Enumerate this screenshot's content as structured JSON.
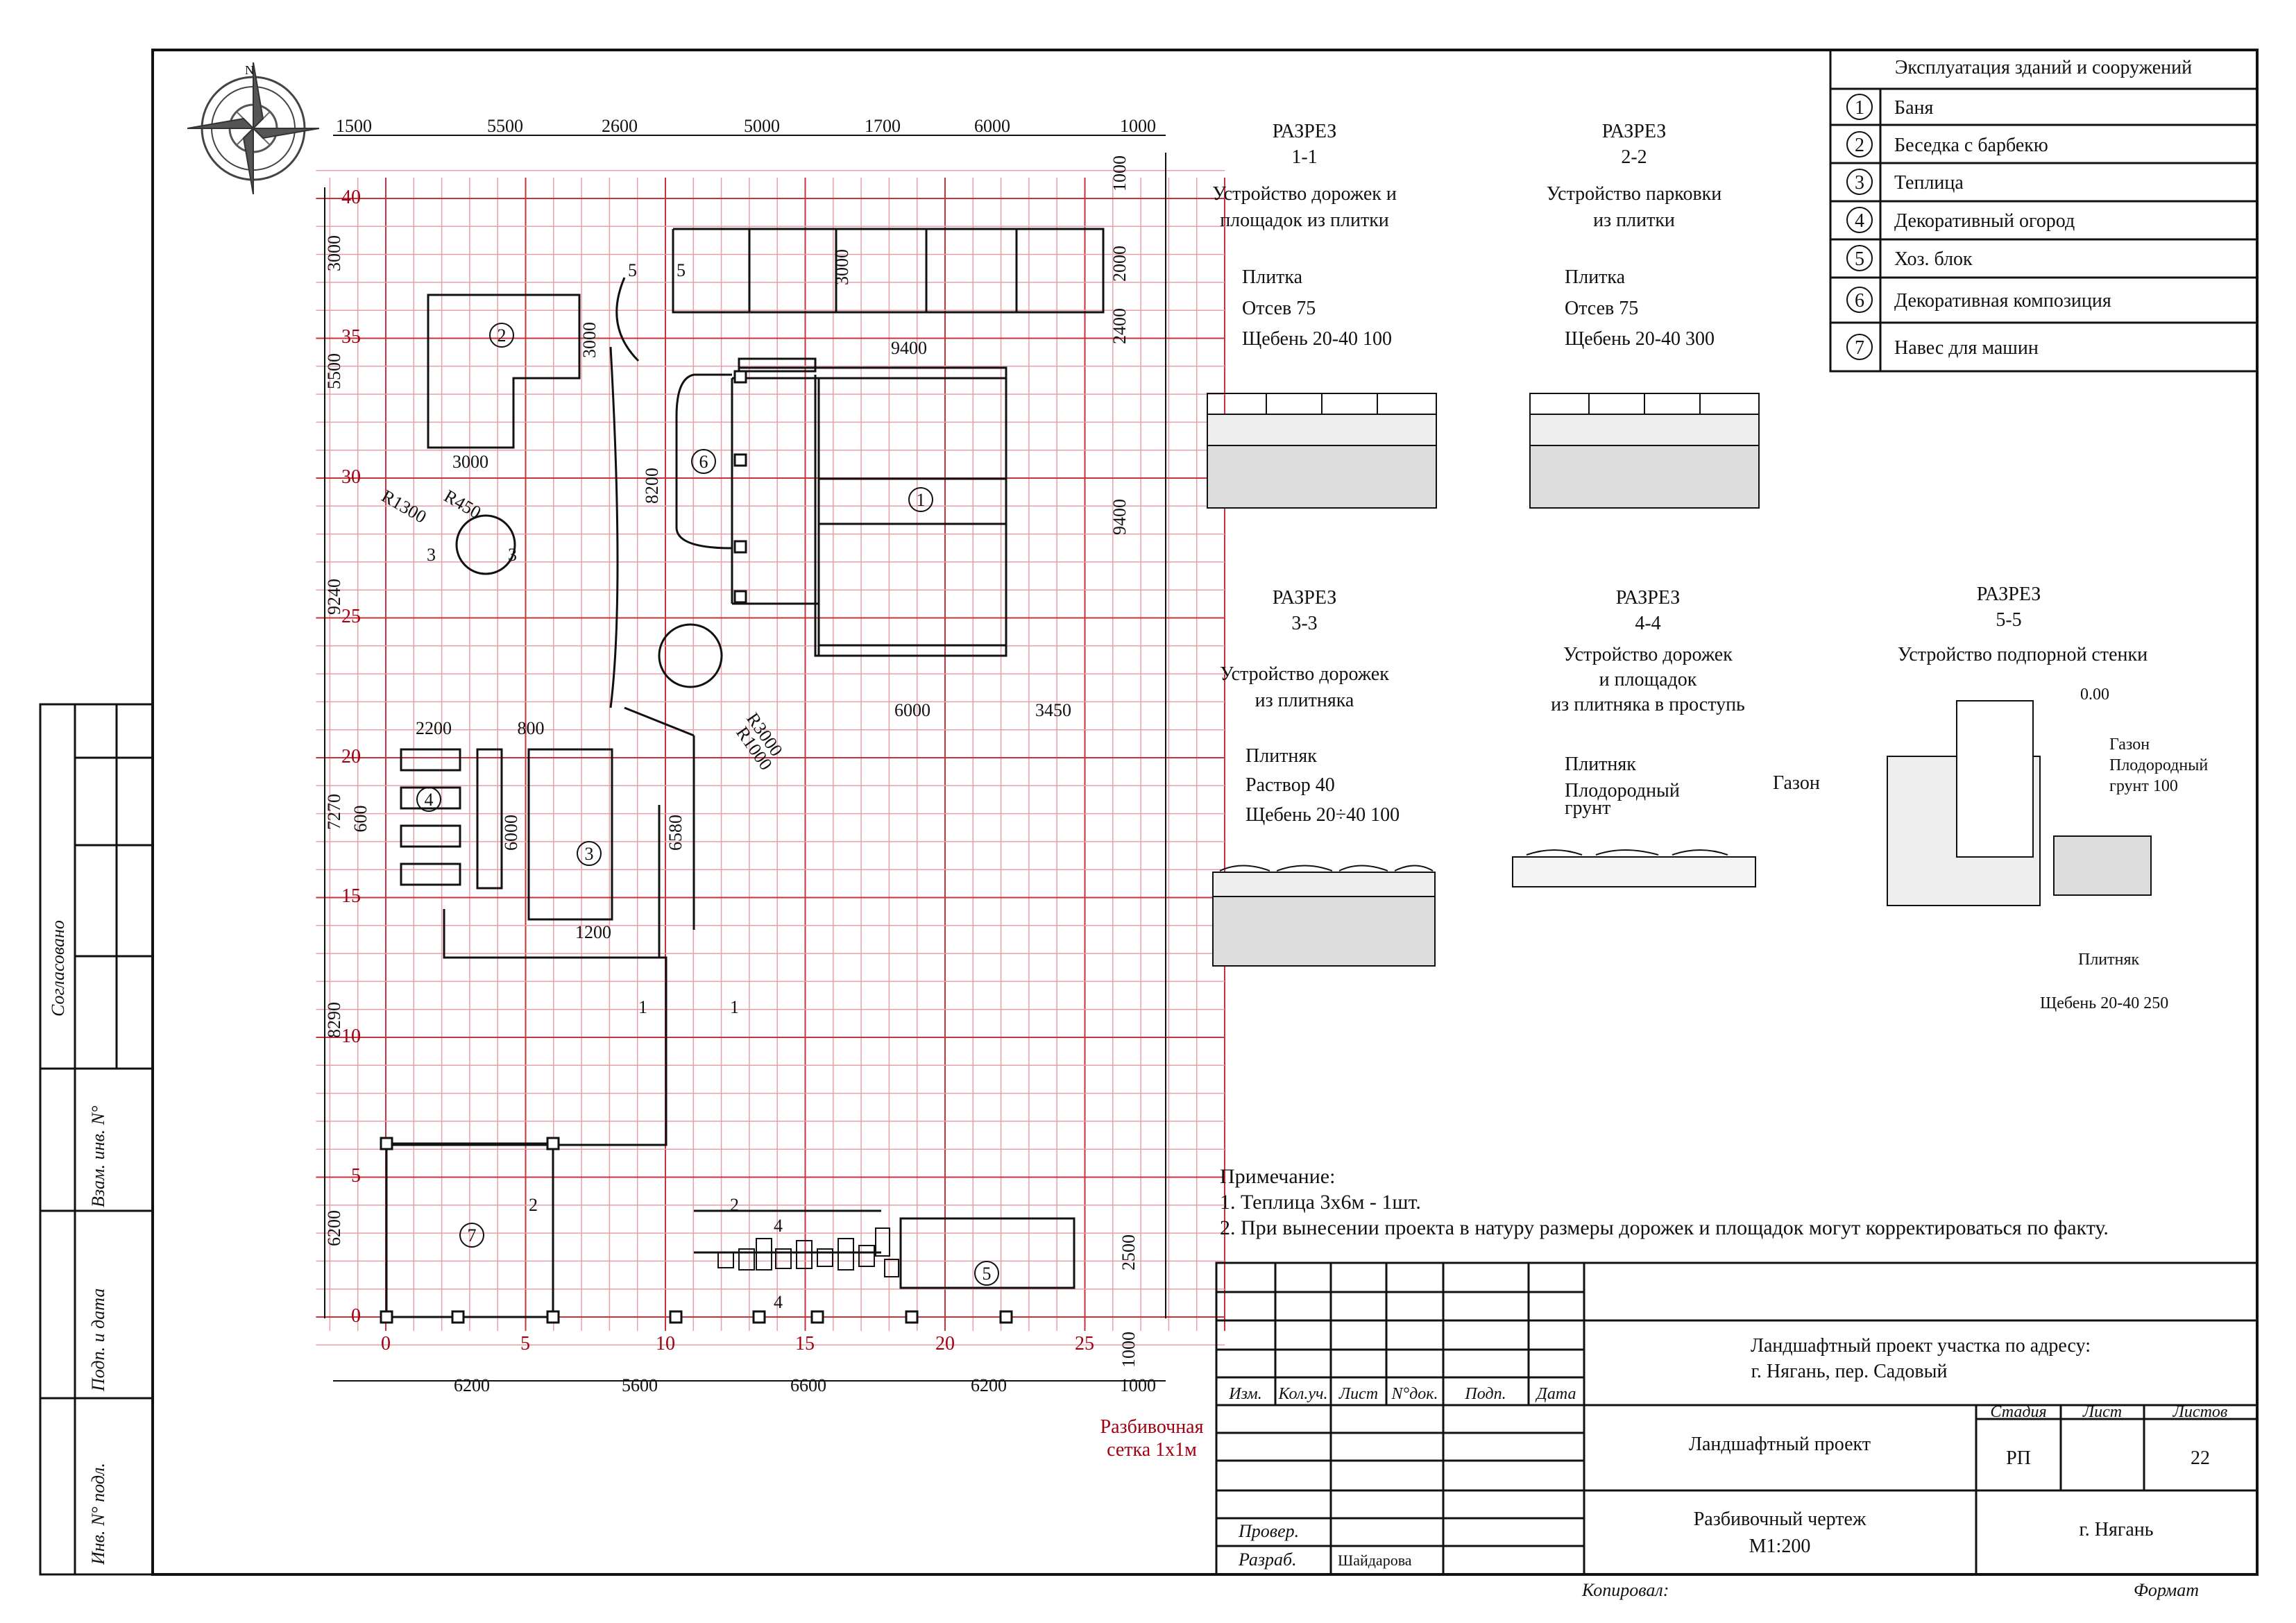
{
  "legend": {
    "title": "Эксплуатация зданий и сооружений",
    "items": [
      {
        "num": "1",
        "label": "Баня"
      },
      {
        "num": "2",
        "label": "Беседка с барбекю"
      },
      {
        "num": "3",
        "label": "Теплица"
      },
      {
        "num": "4",
        "label": "Декоративный огород"
      },
      {
        "num": "5",
        "label": "Хоз. блок"
      },
      {
        "num": "6",
        "label": "Декоративная композиция"
      },
      {
        "num": "7",
        "label": "Навес для машин"
      }
    ]
  },
  "sections": [
    {
      "head": "РАЗРЕЗ",
      "num": "1-1",
      "title": [
        "Устройство дорожек и",
        "площадок из плитки"
      ],
      "layers": [
        "Плитка",
        "Отсев 75",
        "Щебень 20-40 100"
      ]
    },
    {
      "head": "РАЗРЕЗ",
      "num": "2-2",
      "title": [
        "Устройство парковки",
        "из плитки"
      ],
      "layers": [
        "Плитка",
        "Отсев 75",
        "Щебень 20-40 300"
      ]
    },
    {
      "head": "РАЗРЕЗ",
      "num": "3-3",
      "title": [
        "Устройство дорожек",
        "из плитняка"
      ],
      "layers": [
        "Плитняк",
        "Раствор 40",
        "Щебень 20÷40 100"
      ]
    },
    {
      "head": "РАЗРЕЗ",
      "num": "4-4",
      "title": [
        "Устройство дорожек",
        "и площадок",
        "из плитняка в проступь"
      ],
      "layers": [
        "Плитняк",
        "Плодородный",
        "грунт"
      ],
      "extra": "Газон"
    },
    {
      "head": "РАЗРЕЗ",
      "num": "5-5",
      "title": [
        "Устройство подпорной стенки"
      ],
      "layers": [
        "0.00",
        "Газон",
        "Плодородный",
        "грунт 100",
        "Плитняк",
        "Щебень 20-40 250"
      ]
    }
  ],
  "notes": {
    "head": "Примечание:",
    "lines": [
      "1. Теплица 3х6м - 1шт.",
      "2. При вынесении проекта в натуру размеры дорожек и площадок могут корректироваться по факту."
    ]
  },
  "grid_note": [
    "Разбивочная",
    "сетка  1х1м"
  ],
  "plan": {
    "top_dims": [
      "1500",
      "5500",
      "2600",
      "5000",
      "1700",
      "6000",
      "1000"
    ],
    "bottom_dims": [
      "6200",
      "5600",
      "6600",
      "6200",
      "1000"
    ],
    "left_dims": [
      "3000",
      "5500",
      "9240",
      "7270",
      "8290",
      "6200"
    ],
    "right_dims": [
      "1000",
      "2000",
      "2400",
      "9400",
      "2500",
      "1000"
    ],
    "y_ticks": [
      "40",
      "35",
      "30",
      "25",
      "20",
      "15",
      "10",
      "5",
      "0"
    ],
    "x_ticks": [
      "0",
      "5",
      "10",
      "15",
      "20",
      "25"
    ],
    "inner_dims": {
      "d3000a": "3000",
      "d3000b": "3000",
      "d3000c": "3000",
      "d9400": "9400",
      "d8200": "8200",
      "d6000": "6000",
      "d3450": "3450",
      "d2200": "2200",
      "d800": "800",
      "d600": "600",
      "d6000b": "6000",
      "d6580": "6580",
      "d1200": "1200",
      "r450": "R450",
      "r1300": "R1300",
      "r3000": "R3000",
      "r1000": "R1000"
    },
    "cuts": {
      "c1": "1",
      "c2": "2",
      "c3": "3",
      "c4": "4",
      "c5": "5"
    }
  },
  "stamp": {
    "title": [
      "Ландшафтный проект участка по адресу:",
      "г. Нягань, пер. Садовый"
    ],
    "cols": [
      "Изм.",
      "Кол.уч.",
      "Лист",
      "N°док.",
      "Подп.",
      "Дата"
    ],
    "project": "Ландшафтный проект",
    "stage_h": "Стадия",
    "sheet_h": "Лист",
    "sheets_h": "Листов",
    "stage": "РП",
    "sheets": "22",
    "drawing": [
      "Разбивочный чертеж",
      "М1:200"
    ],
    "city": "г. Нягань",
    "checked": "Провер.",
    "dev": "Разраб.",
    "dev_name": "Шайдарова",
    "copied": "Копировал:",
    "format": "Формат"
  },
  "side_stamp": [
    "Согласовано",
    "Взам. инв. N°",
    "Подп. и дата",
    "Инв. N° подл."
  ]
}
